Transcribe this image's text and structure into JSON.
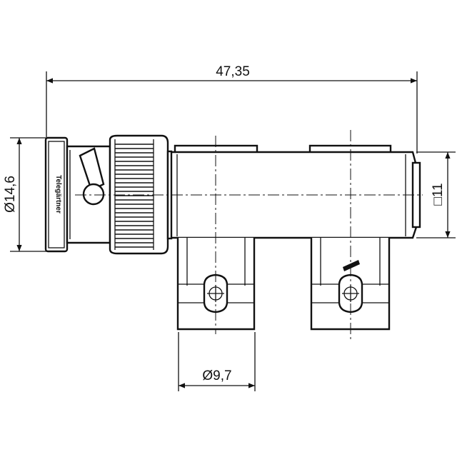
{
  "dimensions": {
    "overall_length": "47,35",
    "bnc_diameter": "Ø14,6",
    "body_square": "□11",
    "port_diameter": "Ø9,7"
  },
  "brand": "Telegärtner"
}
